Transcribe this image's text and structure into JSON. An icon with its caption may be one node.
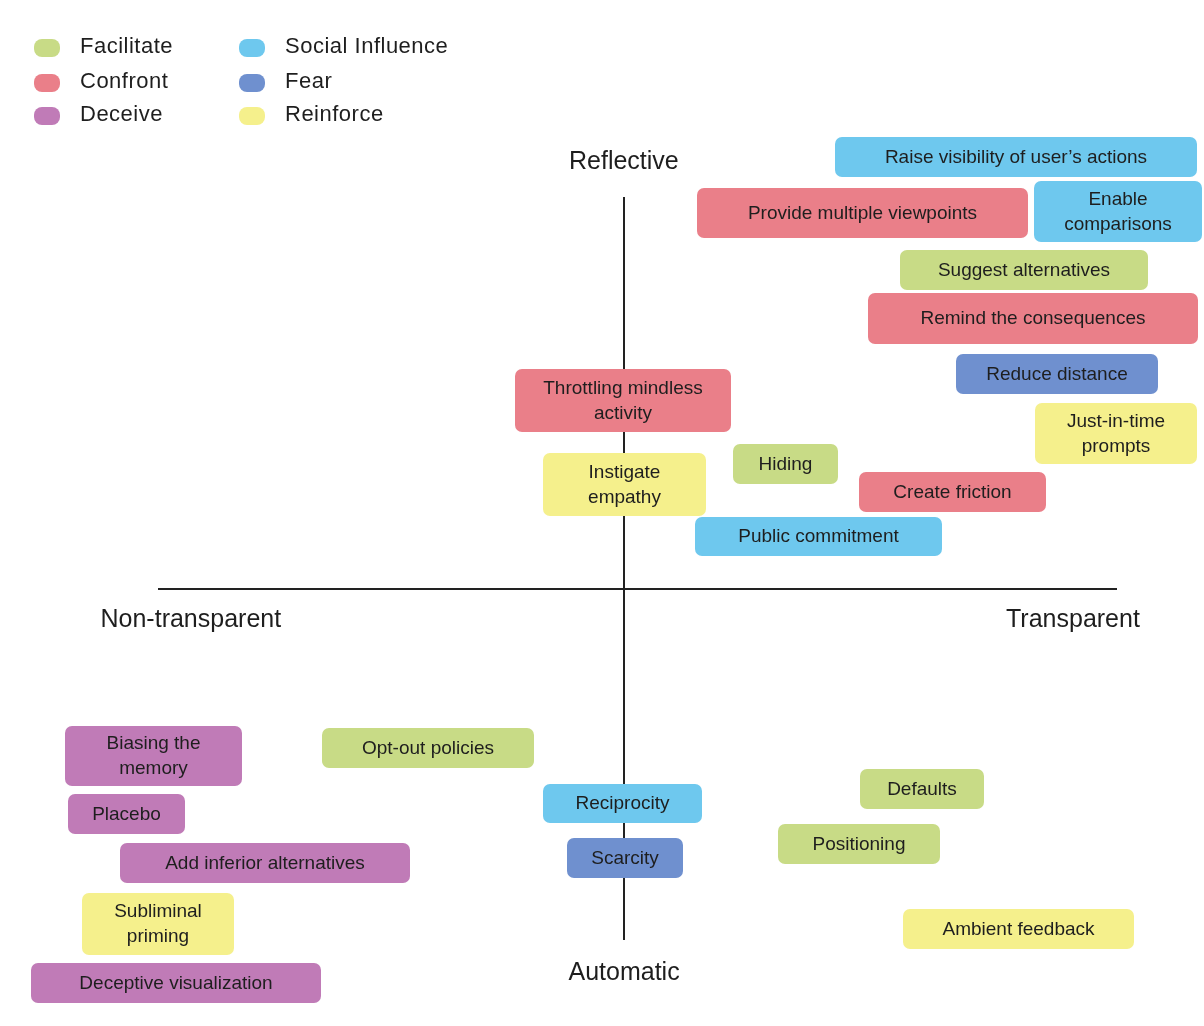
{
  "diagram": {
    "nodes": [
      {
        "text": [
          "Raise visibility of user’s actions"
        ]
      },
      {
        "text": [
          "Provide multiple viewpoints"
        ]
      },
      {
        "text": [
          "Enable comparisons"
        ]
      },
      {
        "text": [
          "Suggest alternatives"
        ]
      },
      {
        "text": [
          "Remind the consequences"
        ]
      },
      {
        "text": [
          "Reduce distance"
        ]
      },
      {
        "text": [
          "Throttling mindless activity"
        ]
      },
      {
        "text": [
          "Just-in-time prompts"
        ]
      },
      {
        "text": [
          "Hiding"
        ]
      },
      {
        "text": [
          "Instigate empathy"
        ]
      },
      {
        "text": [
          "Create friction"
        ]
      },
      {
        "text": [
          "Public commitment"
        ]
      },
      {
        "text": [
          "Biasing the memory"
        ]
      },
      {
        "text": [
          "Opt-out policies"
        ]
      },
      {
        "text": [
          "Defaults"
        ]
      },
      {
        "text": [
          "Placebo"
        ]
      },
      {
        "text": [
          "Reciprocity"
        ]
      },
      {
        "text": [
          "Positioning"
        ]
      },
      {
        "text": [
          "Scarcity"
        ]
      },
      {
        "text": [
          "Add inferior alternatives"
        ]
      },
      {
        "text": [
          "Subliminal priming"
        ]
      },
      {
        "text": [
          "Ambient feedback"
        ]
      },
      {
        "text": [
          "Deceptive visualization"
        ]
      }
    ],
    "labels": [
      "Reflective",
      "Non-transparent",
      "Transparent",
      "Automatic"
    ],
    "legend": [
      {
        "text": "Facilitate",
        "color": "#c8db86"
      },
      {
        "text": "Social Influence",
        "color": "#6ec8ee"
      },
      {
        "text": "Confront",
        "color": "#ea7f89"
      },
      {
        "text": "Fear",
        "color": "#6f90cf"
      },
      {
        "text": "Deceive",
        "color": "#c07bb7"
      },
      {
        "text": "Reinforce",
        "color": "#f5f08c"
      }
    ]
  }
}
